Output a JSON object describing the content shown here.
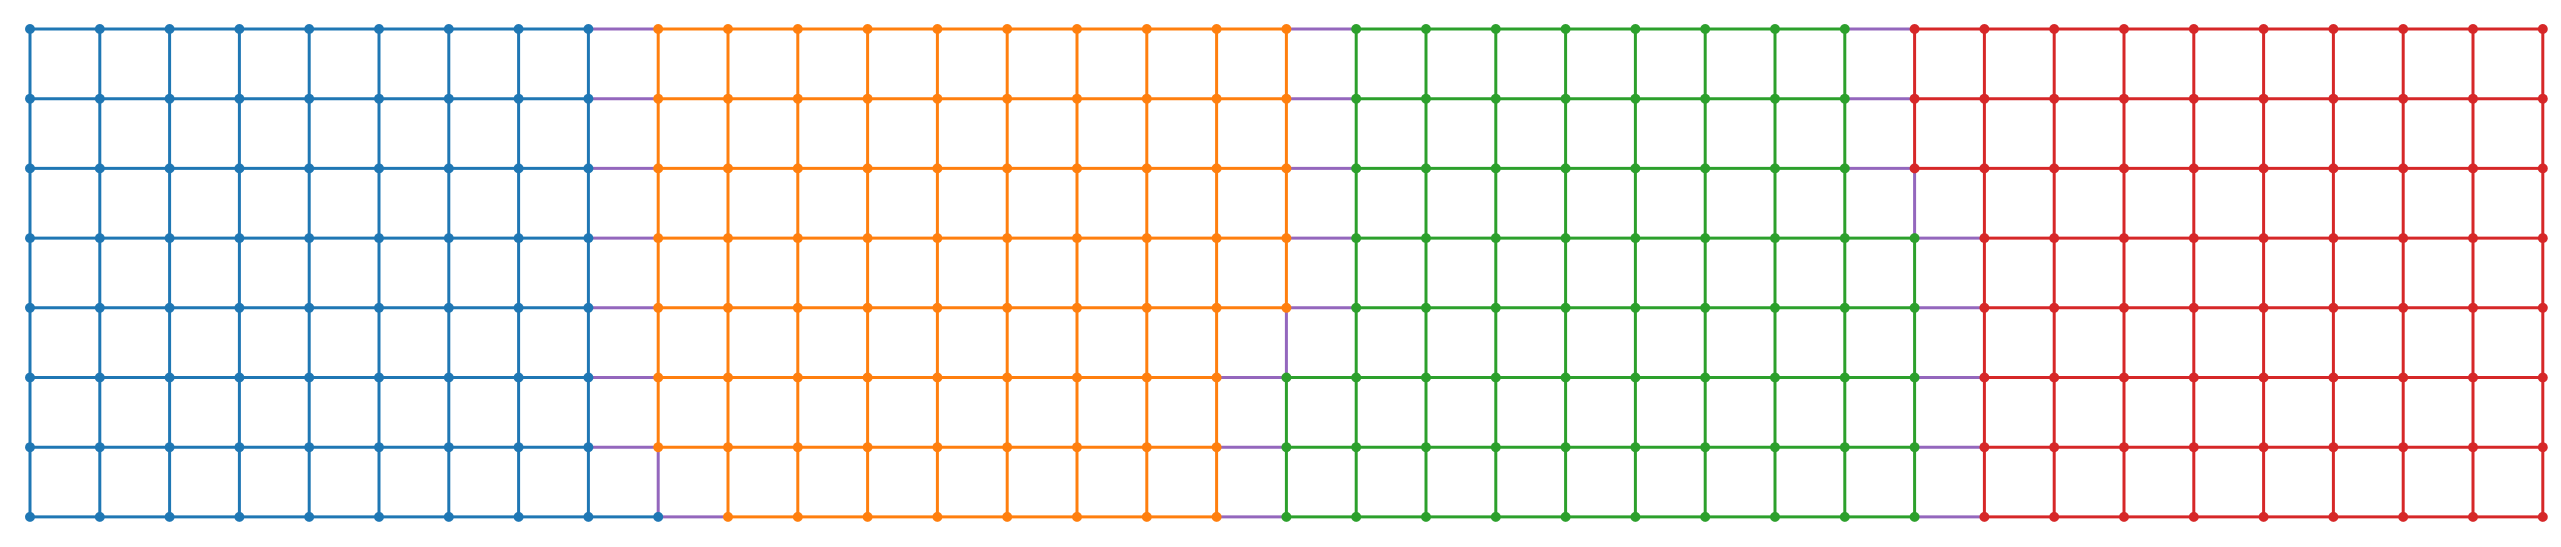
{
  "diagram": {
    "type": "grid-graph-partition",
    "rows": 8,
    "cols": 37,
    "node_marker": "filled-circle",
    "cut_edge_color": "#9467bd",
    "partitions": [
      {
        "color": "#1f77b4",
        "col_start": [
          0,
          0,
          0,
          0,
          0,
          0,
          0,
          0
        ],
        "col_end": [
          8,
          8,
          8,
          8,
          8,
          8,
          8,
          9
        ]
      },
      {
        "color": "#ff7f0e",
        "col_start": [
          9,
          9,
          9,
          9,
          9,
          9,
          9,
          10
        ],
        "col_end": [
          18,
          18,
          18,
          18,
          18,
          17,
          17,
          17
        ]
      },
      {
        "color": "#2ca02c",
        "col_start": [
          19,
          19,
          19,
          19,
          19,
          18,
          18,
          18
        ],
        "col_end": [
          26,
          26,
          26,
          27,
          27,
          27,
          27,
          27
        ]
      },
      {
        "color": "#d62728",
        "col_start": [
          27,
          27,
          27,
          28,
          28,
          28,
          28,
          28
        ],
        "col_end": [
          36,
          36,
          36,
          36,
          36,
          36,
          36,
          36
        ]
      }
    ]
  }
}
